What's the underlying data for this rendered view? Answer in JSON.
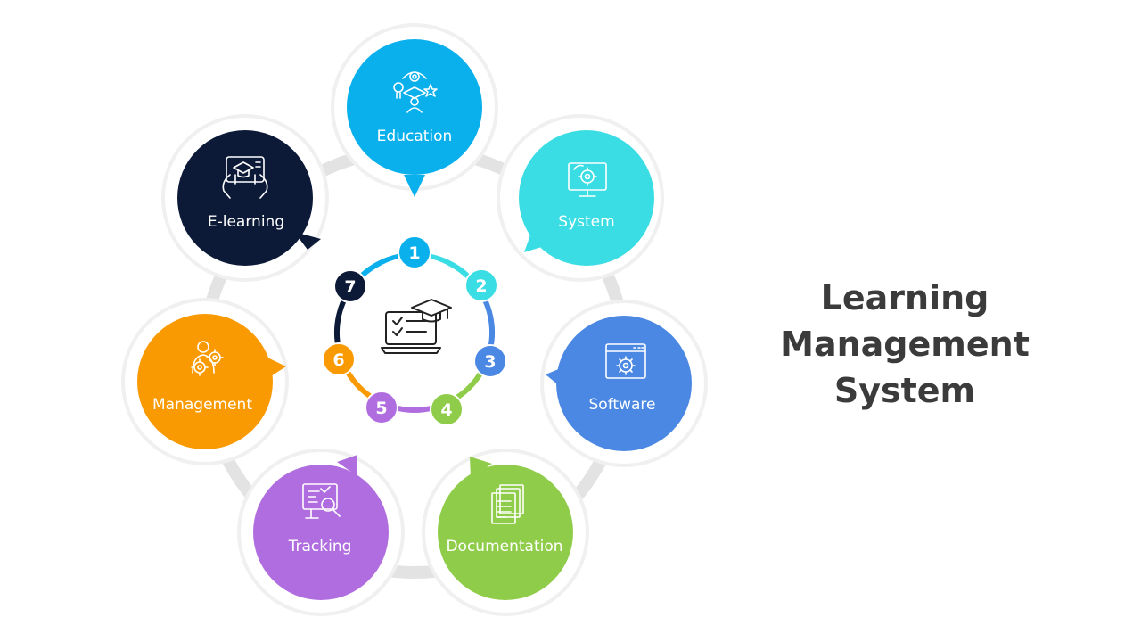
{
  "title": {
    "line1": "Learning",
    "line2": "Management",
    "line3": "System"
  },
  "hub": {
    "icon": "laptop-graduation-cap-icon"
  },
  "items": [
    {
      "num": "1",
      "label": "Education",
      "color": "#0AB0EC",
      "icon": "education-people-icon"
    },
    {
      "num": "2",
      "label": "System",
      "color": "#3ADDE3",
      "icon": "monitor-gear-icon"
    },
    {
      "num": "3",
      "label": "Software",
      "color": "#4B88E3",
      "icon": "browser-gear-icon"
    },
    {
      "num": "4",
      "label": "Documentation",
      "color": "#8FCC49",
      "icon": "documents-icon"
    },
    {
      "num": "5",
      "label": "Tracking",
      "color": "#B06DDF",
      "icon": "tracking-magnifier-icon"
    },
    {
      "num": "6",
      "label": "Management",
      "color": "#FA9A03",
      "icon": "manager-gears-icon"
    },
    {
      "num": "7",
      "label": "E-learning",
      "color": "#0C1A38",
      "icon": "tablet-learning-icon"
    }
  ],
  "colors": {
    "orbit": "#E3E3E3",
    "halo": "#F5F5F5",
    "title": "#3B3B3B"
  }
}
